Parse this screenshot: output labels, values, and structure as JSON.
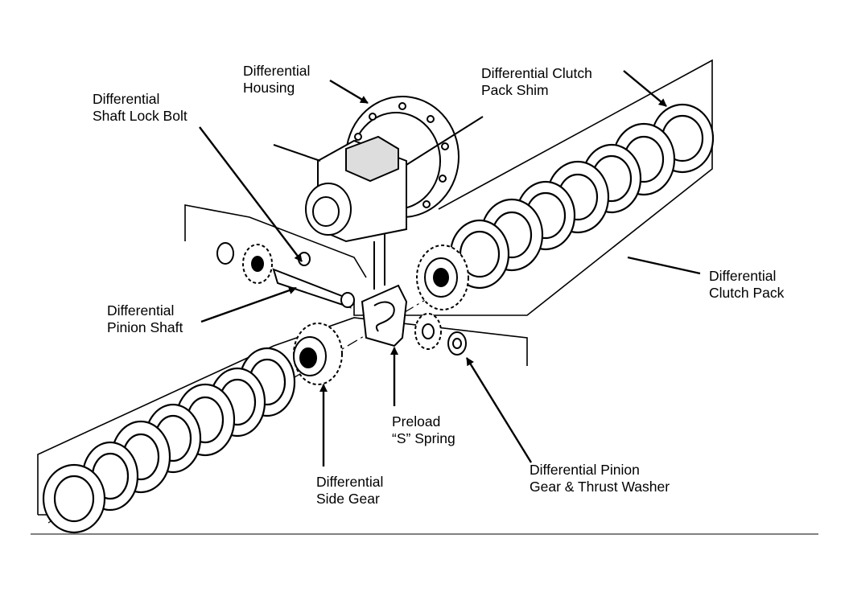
{
  "labels": {
    "differential_housing": {
      "line1": "Differential",
      "line2": "Housing"
    },
    "clutch_pack_shim": {
      "line1": "Differential Clutch",
      "line2": "Pack Shim"
    },
    "shaft_lock_bolt": {
      "line1": "Differential",
      "line2": "Shaft Lock Bolt"
    },
    "clutch_pack": {
      "line1": "Differential",
      "line2": "Clutch Pack"
    },
    "pinion_shaft": {
      "line1": "Differential",
      "line2": "Pinion Shaft"
    },
    "preload_spring": {
      "line1": "Preload",
      "line2": "“S” Spring"
    },
    "side_gear": {
      "line1": "Differential",
      "line2": "Side Gear"
    },
    "pinion_gear_washer": {
      "line1": "Differential Pinion",
      "line2": "Gear & Thrust Washer"
    }
  },
  "colors": {
    "ink": "#000000",
    "paper": "#ffffff"
  }
}
